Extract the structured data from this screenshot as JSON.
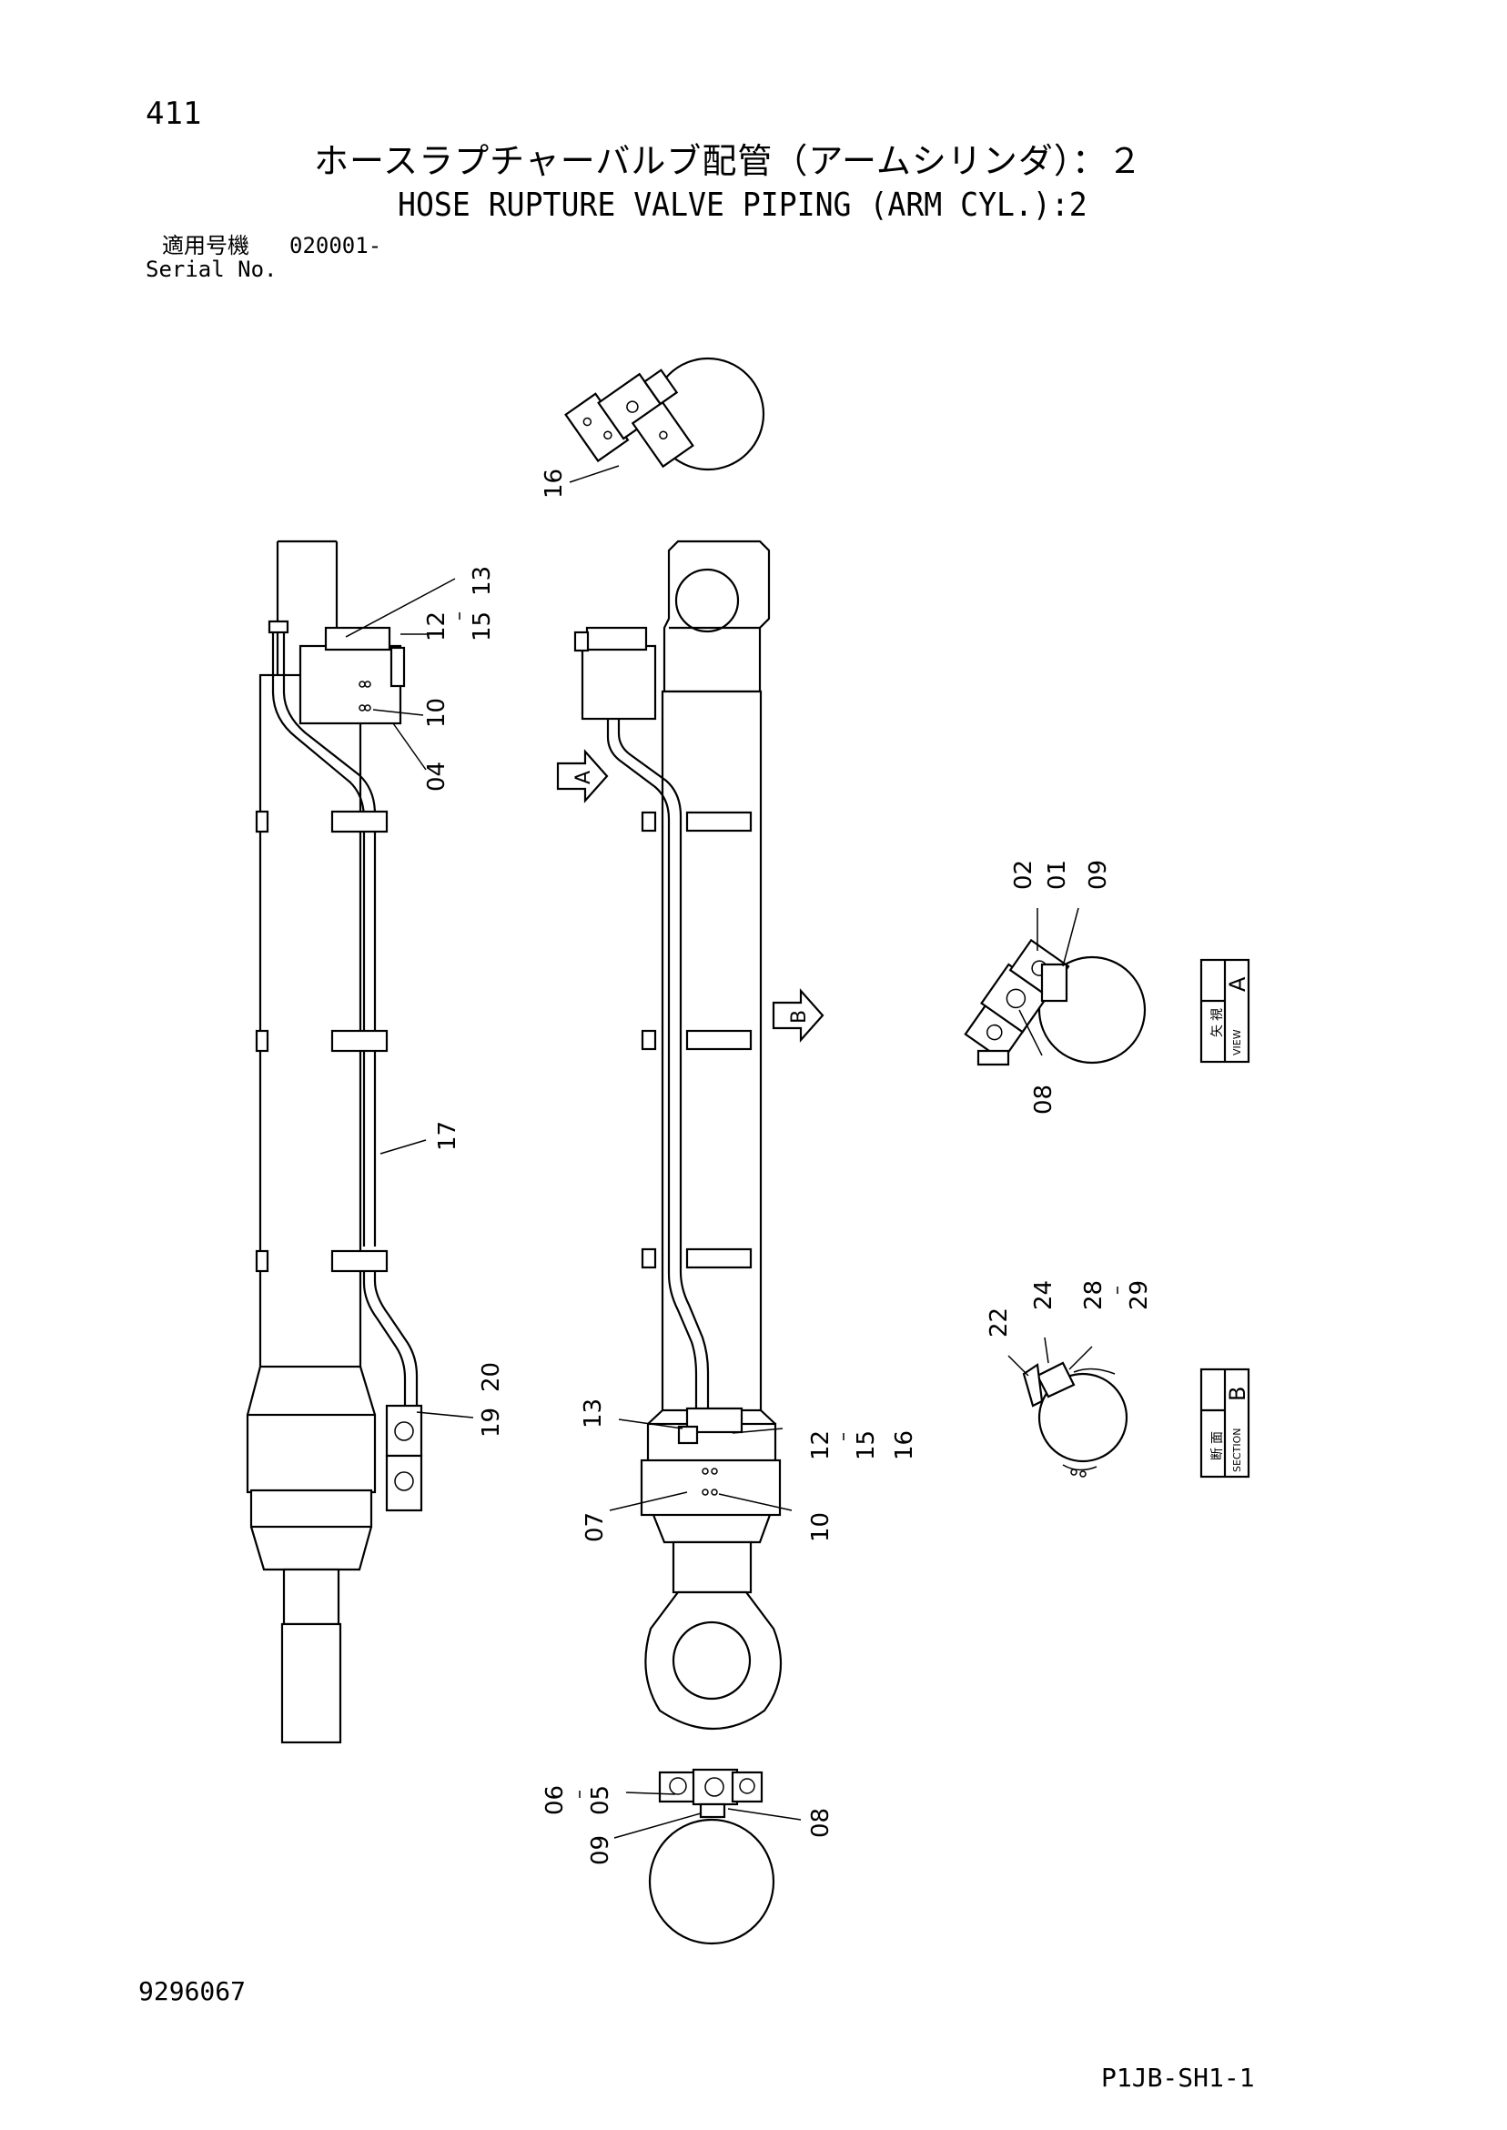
{
  "header": {
    "page_number": "411",
    "title_ja": "ホースラプチャーバルブ配管（アームシリンダ）：２",
    "title_en": "HOSE RUPTURE VALVE PIPING (ARM CYL.):2",
    "serial_label_ja": "適用号機",
    "serial_value": "020001-",
    "serial_label_en": "Serial No."
  },
  "footer": {
    "doc_number": "9296067",
    "sheet_code": "P1JB-SH1-1"
  },
  "views": {
    "view_a": {
      "ja_1": "矢",
      "ja_2": "視",
      "en": "VIEW",
      "letter": "A"
    },
    "section_b": {
      "ja_1": "断",
      "ja_2": "面",
      "en": "SECTION",
      "letter": "B"
    },
    "arrow_a": "A",
    "arrow_b": "B"
  },
  "callouts": {
    "top_detail": [
      "16"
    ],
    "left_view": [
      "13",
      "12",
      "15",
      "10",
      "04",
      "17",
      "20",
      "19"
    ],
    "center_view": [
      "13",
      "12",
      "15",
      "16",
      "07",
      "10"
    ],
    "view_a": [
      "02",
      "01",
      "09",
      "08"
    ],
    "section_b": [
      "22",
      "24",
      "28",
      "29"
    ],
    "bottom_detail": [
      "06",
      "05",
      "09",
      "08"
    ]
  }
}
